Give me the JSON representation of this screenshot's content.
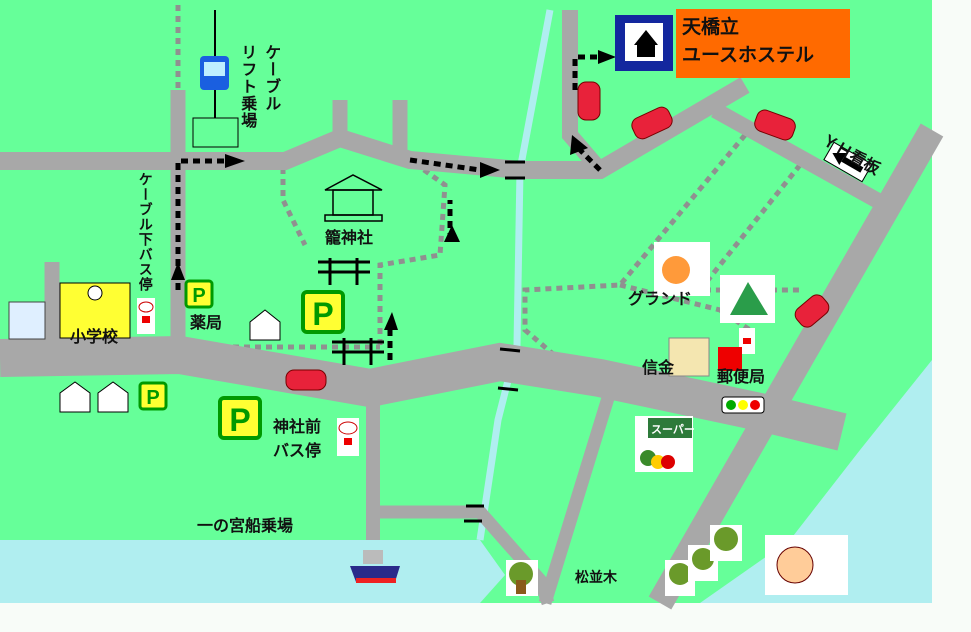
{
  "map": {
    "colors": {
      "land": "#66ff99",
      "road": "#a8a8a8",
      "water": "#b0eef0",
      "hostel_bg": "#ff6a00",
      "parking": "#ffff33"
    },
    "hostel": {
      "line1": "天橋立",
      "line2": "ユースホステル",
      "icon": "youth-hostel-sign-icon"
    },
    "labels": {
      "cable_lift": "ケーブル\nリフト乗場",
      "cable_lift_col1": "ケーブル",
      "cable_lift_col2": "リフト乗場",
      "cable_bus_stop": "ケーブル下バス停",
      "shrine": "籠神社",
      "school": "小学校",
      "pharmacy": "薬局",
      "ground": "グランド",
      "bank": "信金",
      "post_office": "郵便局",
      "shrine_bus_stop_1": "神社前",
      "shrine_bus_stop_2": "バス停",
      "ferry": "一の宮船乗場",
      "pine_trees": "松並木",
      "yh_sign": "ＹＨ看板",
      "supermarket": "スーパー"
    }
  }
}
